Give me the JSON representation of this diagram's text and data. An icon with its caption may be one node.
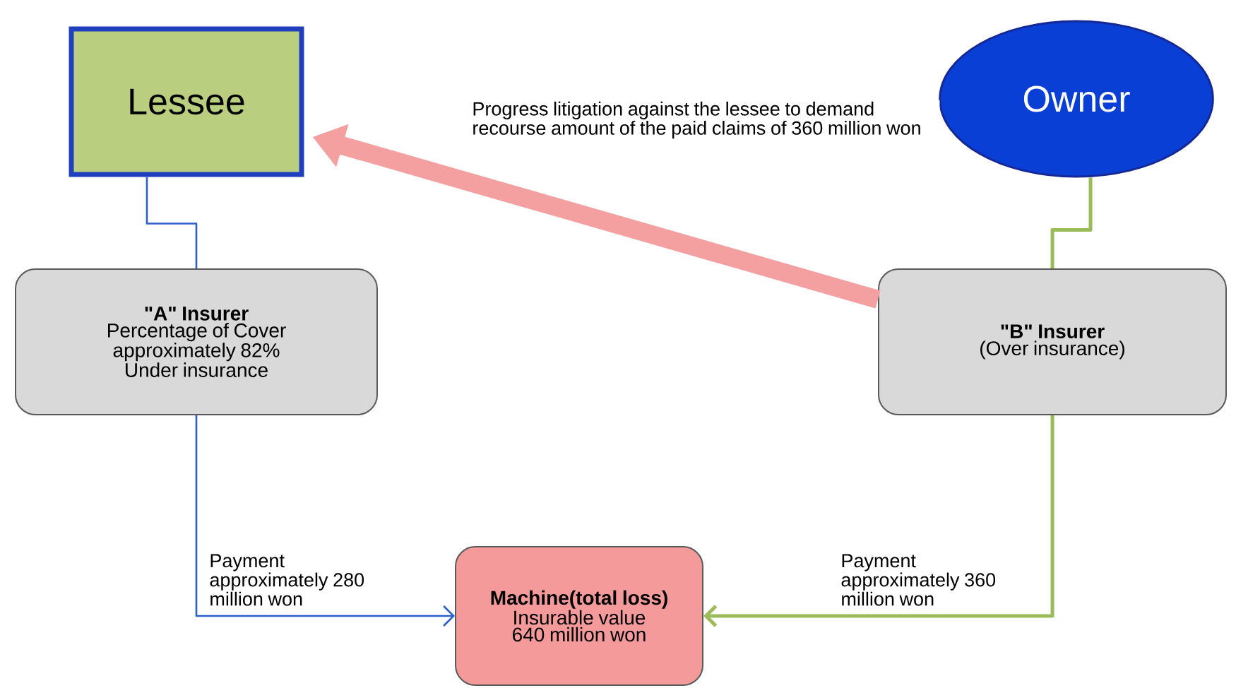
{
  "diagram": {
    "nodes": [
      {
        "text": [
          "Lessee"
        ]
      },
      {
        "text": [
          "Owner"
        ]
      },
      {
        "text": [
          "\"A\" Insurer",
          "Percentage of Cover approximately 82% Under insurance"
        ]
      },
      {
        "text": [
          "\"B\" Insurer",
          "(Over insurance)"
        ]
      },
      {
        "text": [
          "Machine(total loss)",
          "Insurable value 640 million won"
        ]
      }
    ],
    "edges": [
      {
        "from": 0,
        "to": 2,
        "arrow": "none",
        "color": "#2e5fc8"
      },
      {
        "from": 1,
        "to": 3,
        "arrow": "none",
        "color": "#9bbb59"
      },
      {
        "from": 2,
        "to": 4,
        "arrow": "to",
        "label": "Payment approximately 280 million won",
        "color": "#2e5fc8"
      },
      {
        "from": 3,
        "to": 4,
        "arrow": "to",
        "label": "Payment approximately 360 million won",
        "color": "#9bbb59"
      },
      {
        "from": 3,
        "to": 0,
        "arrow": "to",
        "label": "Progress litigation against the lessee to demand recourse amount of the paid claims of 360 million won",
        "style": "thick",
        "color": "#f4a0a0"
      }
    ]
  }
}
